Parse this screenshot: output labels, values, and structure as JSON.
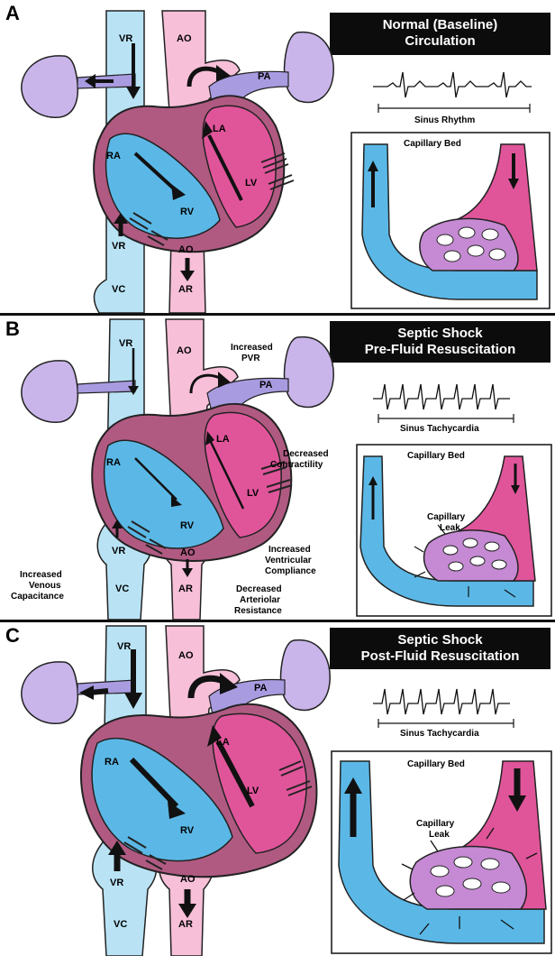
{
  "panels": [
    {
      "letter": "A",
      "title_line1": "Normal (Baseline)",
      "title_line2": "Circulation",
      "rhythm": "Sinus Rhythm",
      "capillary": "Capillary Bed"
    },
    {
      "letter": "B",
      "title_line1": "Septic Shock",
      "title_line2": "Pre-Fluid Resuscitation",
      "rhythm": "Sinus Tachycardia",
      "capillary": "Capillary Bed",
      "leak_line1": "Capillary",
      "leak_line2": "Leak",
      "annotations": {
        "pvr_1": "Increased",
        "pvr_2": "PVR",
        "contract_1": "Decreased",
        "contract_2": "Contractility",
        "compliance_1": "Increased",
        "compliance_2": "Ventricular",
        "compliance_3": "Compliance",
        "venous_1": "Increased",
        "venous_2": "Venous",
        "venous_3": "Capacitance",
        "arteriolar_1": "Decreased",
        "arteriolar_2": "Arteriolar",
        "arteriolar_3": "Resistance"
      }
    },
    {
      "letter": "C",
      "title_line1": "Septic Shock",
      "title_line2": "Post-Fluid Resuscitation",
      "rhythm": "Sinus Tachycardia",
      "capillary": "Capillary Bed",
      "leak_line1": "Capillary",
      "leak_line2": "Leak"
    }
  ],
  "labels": {
    "vr": "VR",
    "ao": "AO",
    "pa": "PA",
    "ra": "RA",
    "rv": "RV",
    "la": "LA",
    "lv": "LV",
    "vc": "VC",
    "ar": "AR"
  },
  "colors": {
    "venous": "#5bb8e6",
    "venous_light": "#b9e3f5",
    "arterial": "#e0559a",
    "arterial_light": "#f7bfd8",
    "pulmonary": "#a99be0",
    "lung": "#c9b5ea",
    "heart_wall": "#b05a82"
  }
}
